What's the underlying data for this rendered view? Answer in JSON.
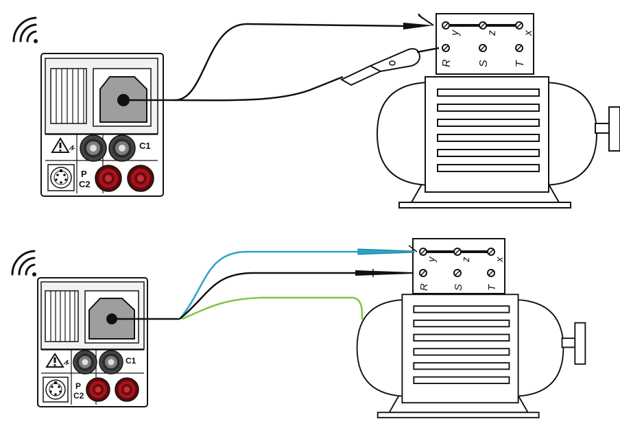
{
  "instruments": [
    {
      "labels": {
        "c1": "C1",
        "p": "P",
        "c2": "C2"
      }
    },
    {
      "labels": {
        "c1": "C1",
        "p": "P",
        "c2": "C2"
      }
    }
  ],
  "terminal_boxes": [
    {
      "top": [
        "y",
        "z",
        "x"
      ],
      "bottom": [
        "R",
        "S",
        "T"
      ]
    },
    {
      "top": [
        "y",
        "z",
        "x"
      ],
      "bottom": [
        "R",
        "S",
        "T"
      ]
    }
  ],
  "colors": {
    "line": "#111111",
    "panel_fill": "#f2f2f2",
    "socket_fill": "#9e9e9e",
    "red_jack": "#a8141c",
    "cable_black": "#111111",
    "cable_blue": "#2aa3c8",
    "cable_green": "#7dc83a"
  },
  "icons": [
    "wireless-icon",
    "warning-triangle-icon",
    "round-connector-icon"
  ]
}
